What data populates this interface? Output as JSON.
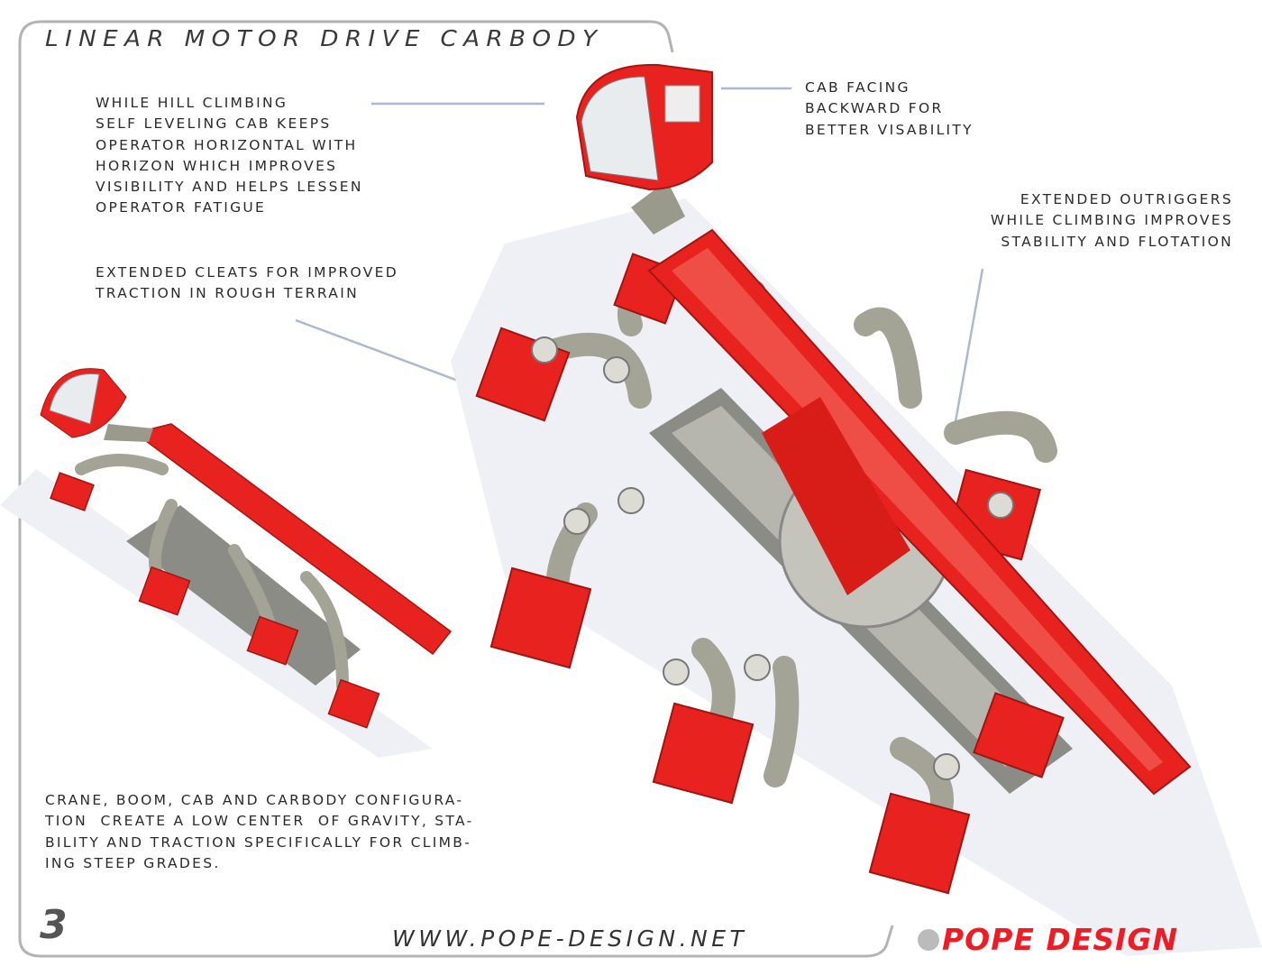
{
  "title": "LINEAR MOTOR DRIVE CARBODY",
  "callouts": {
    "self_leveling": "WHILE HILL CLIMBING\nSELF LEVELING CAB KEEPS\nOPERATOR HORIZONTAL WITH\nHORIZON WHICH IMPROVES\nVISIBILITY AND HELPS LESSEN\nOPERATOR FATIGUE",
    "cab_facing": "CAB FACING\nBACKWARD FOR\nBETTER VISABILITY",
    "outriggers": "EXTENDED OUTRIGGERS\nWHILE CLIMBING IMPROVES\nSTABILITY AND FLOTATION",
    "cleats": "EXTENDED CLEATS FOR IMPROVED\nTRACTION IN ROUGH TERRAIN",
    "configuration": "CRANE, BOOM, CAB AND CARBODY CONFIGURA-\nTION  CREATE A LOW CENTER  OF GRAVITY, STA-\nBILITY AND TRACTION SPECIFICALLY FOR CLIMB-\nING STEEP GRADES."
  },
  "page_number": "3",
  "website": "WWW.POPE-DESIGN.NET",
  "logo_text": "POPE DESIGN",
  "colors": {
    "accent_red": "#e8231f",
    "leader_line": "#a9b9d2",
    "frame": "#b3b3b3",
    "metal": "#9a9a8c"
  }
}
